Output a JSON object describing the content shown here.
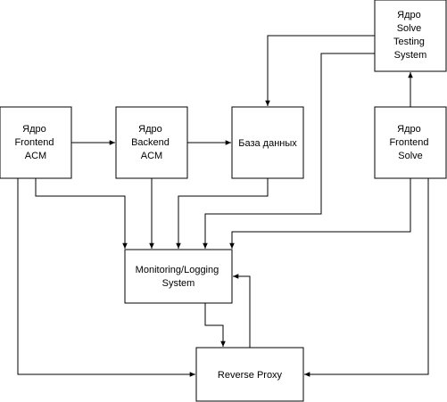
{
  "nodes": {
    "frontend_acm": {
      "lines": [
        "Ядро",
        "Frontend",
        "ACM"
      ]
    },
    "backend_acm": {
      "lines": [
        "Ядро",
        "Backend",
        "ACM"
      ]
    },
    "database": {
      "lines": [
        "База данных"
      ]
    },
    "solve_testing": {
      "lines": [
        "Ядро",
        "Solve",
        "Testing",
        "System"
      ]
    },
    "frontend_solve": {
      "lines": [
        "Ядро",
        "Frontend",
        "Solve"
      ]
    },
    "monitoring": {
      "lines": [
        "Monitoring/Logging",
        "System"
      ]
    },
    "reverse_proxy": {
      "lines": [
        "Reverse Proxy"
      ]
    }
  },
  "colors": {
    "stroke": "#000000",
    "fill": "#ffffff",
    "text": "#000000"
  }
}
